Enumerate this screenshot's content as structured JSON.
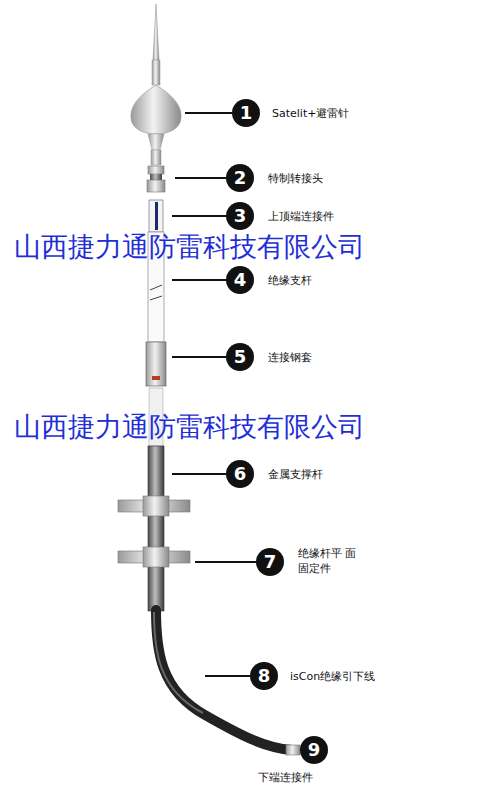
{
  "diagram": {
    "nodes": [
      {
        "text": [
          "1",
          "Satelit+避雷针"
        ]
      },
      {
        "text": [
          "2",
          "特制转接头"
        ]
      },
      {
        "text": [
          "3",
          "上顶端连接件"
        ]
      },
      {
        "text": [
          "4",
          "绝缘支杆"
        ]
      },
      {
        "text": [
          "5",
          "连接钢套"
        ]
      },
      {
        "text": [
          "6",
          "金属支撑杆"
        ]
      },
      {
        "text": [
          "7",
          "绝缘杆平 面固定件"
        ]
      },
      {
        "text": [
          "8",
          "isCon绝缘引下线"
        ]
      },
      {
        "text": [
          "9",
          "下端连接件"
        ]
      }
    ],
    "labels": [
      "山西捷力通防雷科技有限公司",
      "山西捷力通防雷科技有限公司"
    ]
  }
}
